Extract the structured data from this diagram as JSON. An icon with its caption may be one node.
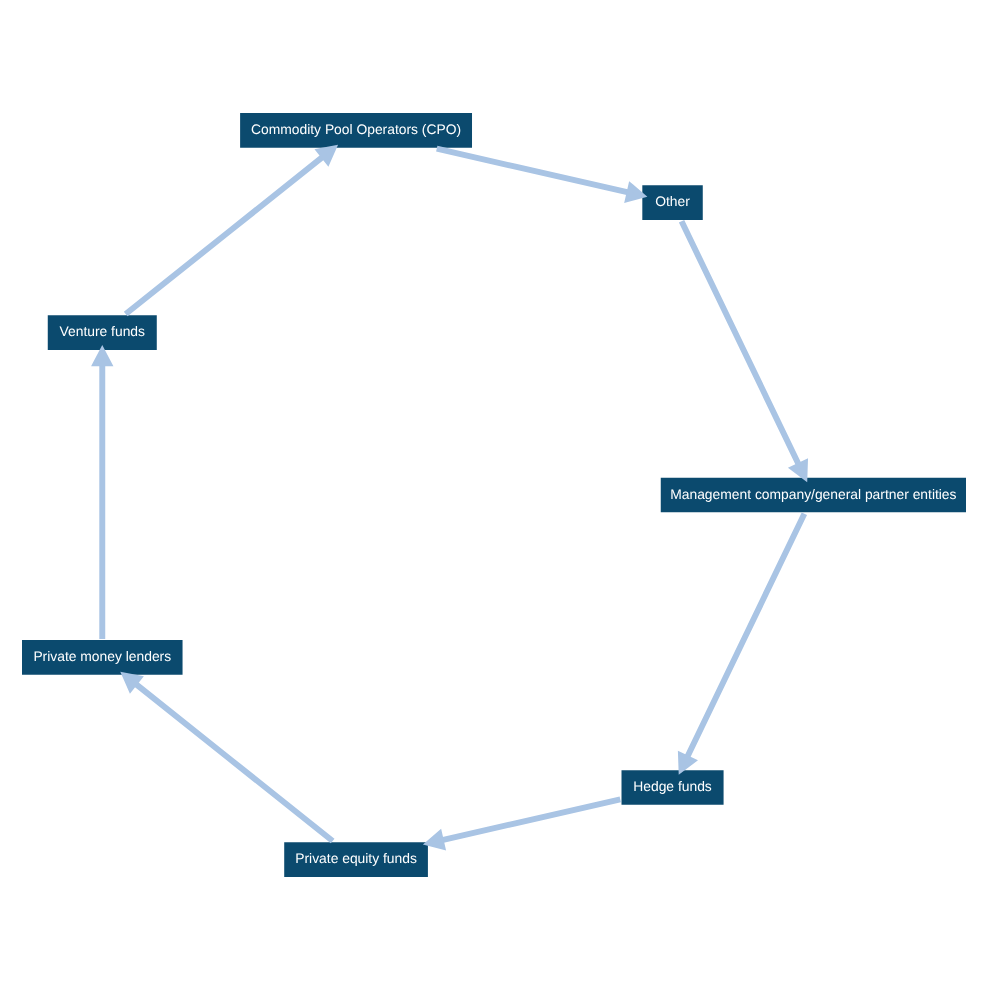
{
  "diagram": {
    "nodes": [
      {
        "text": [
          "Hedge funds"
        ]
      },
      {
        "text": [
          "Private equity funds"
        ]
      },
      {
        "text": [
          "Private money lenders"
        ]
      },
      {
        "text": [
          "Venture funds"
        ]
      },
      {
        "text": [
          "Commodity Pool Operators (CPO)"
        ]
      },
      {
        "text": [
          "Other"
        ]
      },
      {
        "text": [
          "Management company/general partner entities"
        ]
      }
    ],
    "edges": [
      {
        "from": 0,
        "to": 1,
        "arrow": "to"
      },
      {
        "from": 1,
        "to": 2,
        "arrow": "to"
      },
      {
        "from": 2,
        "to": 3,
        "arrow": "to"
      },
      {
        "from": 3,
        "to": 4,
        "arrow": "to"
      },
      {
        "from": 4,
        "to": 5,
        "arrow": "to"
      },
      {
        "from": 5,
        "to": 6,
        "arrow": "to"
      },
      {
        "from": 6,
        "to": 0,
        "arrow": "to"
      }
    ]
  }
}
